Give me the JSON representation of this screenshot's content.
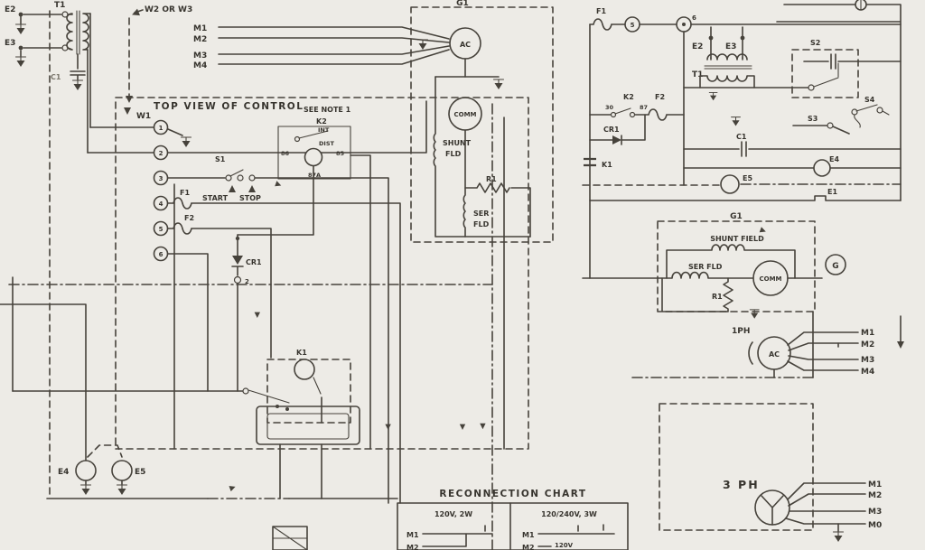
{
  "colors": {
    "paper": "#edebe6",
    "ink": "#46423b"
  },
  "left": {
    "e2": "E2",
    "e3": "E3",
    "t1": "T1",
    "c1": "C1",
    "w2w3": "W2 OR W3",
    "w1": "W1",
    "m_leads": [
      "M1",
      "M2",
      "M3",
      "M4"
    ],
    "control_title": "TOP VIEW OF CONTROL",
    "see_note": "SEE NOTE 1",
    "terminals": [
      "1",
      "2",
      "3",
      "4",
      "5",
      "6"
    ],
    "s1": "S1",
    "start": "START",
    "stop": "STOP",
    "f1": "F1",
    "f2": "F2",
    "k2": "K2",
    "k2_arm": "INT",
    "k2_coil": "DIST",
    "k2_t_left": "86",
    "k2_t_right": "85",
    "k2_t_bottom": "87A",
    "cr1": "CR1",
    "cr1_term": "2",
    "k1": "K1",
    "e4": "E4",
    "e5": "E5"
  },
  "gen": {
    "g1": "G1",
    "ac": "AC",
    "comm": "COMM",
    "shunt_l1": "SHUNT",
    "shunt_l2": "FLD",
    "r1": "R1",
    "ser_l1": "SER",
    "ser_l2": "FLD"
  },
  "right": {
    "f1": "F1",
    "term5": "5",
    "term6": "6",
    "e2": "E2",
    "e3": "E3",
    "t1": "T1",
    "s2": "S2",
    "s3": "S3",
    "s4": "S4",
    "k2": "K2",
    "k2_30": "30",
    "k2_87": "87",
    "f2": "F2",
    "cr1": "CR1",
    "k1": "K1",
    "c1": "C1",
    "e4": "E4",
    "e5": "E5",
    "e1": "E1",
    "g1": "G1",
    "shunt_field": "SHUNT FIELD",
    "ser_fld": "SER FLD",
    "comm": "COMM",
    "r1": "R1",
    "g": "G",
    "ph1": "1PH",
    "ph1_leads": [
      "M1",
      "M2",
      "M3",
      "M4"
    ],
    "ph3": "3 PH",
    "ph3_leads": [
      "M1",
      "M2",
      "M3",
      "M0"
    ]
  },
  "chart": {
    "title": "RECONNECTION CHART",
    "col_left": "120V, 2W",
    "col_right": "120/240V, 3W",
    "left_rows": [
      "M1",
      "M2"
    ],
    "right_rows": [
      "M1",
      "M2"
    ],
    "v120": "120V"
  }
}
